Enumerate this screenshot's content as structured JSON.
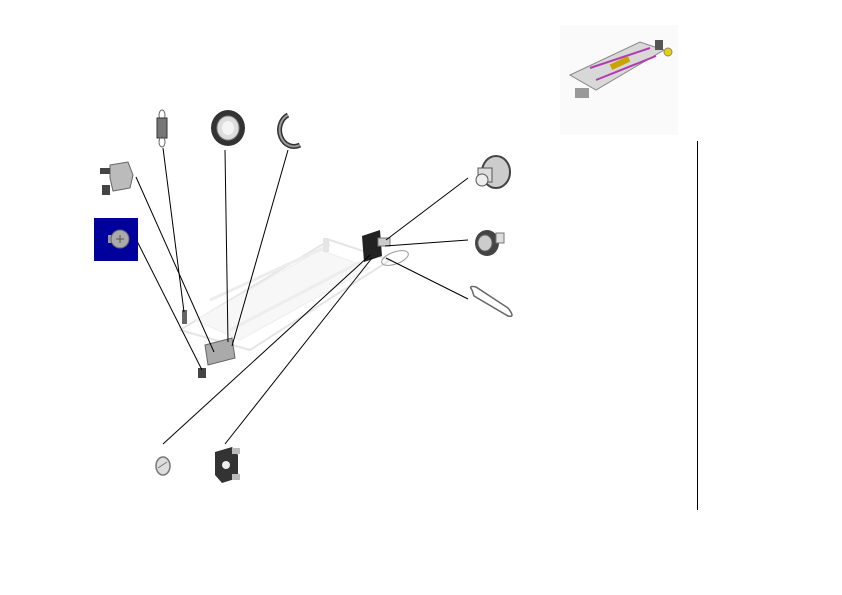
{
  "colors": {
    "selected_highlight": "#00009c",
    "leader_line": "#000000",
    "assembly_ghost": "#dcdcdc",
    "metal": "#b8b8b8"
  },
  "parts": [
    {
      "id": "bracket",
      "icon": "bracket-icon"
    },
    {
      "id": "screw",
      "icon": "screw-icon",
      "selected": true
    },
    {
      "id": "spring",
      "icon": "spring-icon"
    },
    {
      "id": "bearing",
      "icon": "bearing-icon"
    },
    {
      "id": "e-ring",
      "icon": "e-ring-icon"
    },
    {
      "id": "pulley",
      "icon": "pulley-icon"
    },
    {
      "id": "gear-pulley",
      "icon": "gear-pulley-icon"
    },
    {
      "id": "belt",
      "icon": "belt-icon"
    },
    {
      "id": "clip",
      "icon": "clip-icon"
    },
    {
      "id": "frame-bracket",
      "icon": "frame-bracket-icon"
    }
  ]
}
